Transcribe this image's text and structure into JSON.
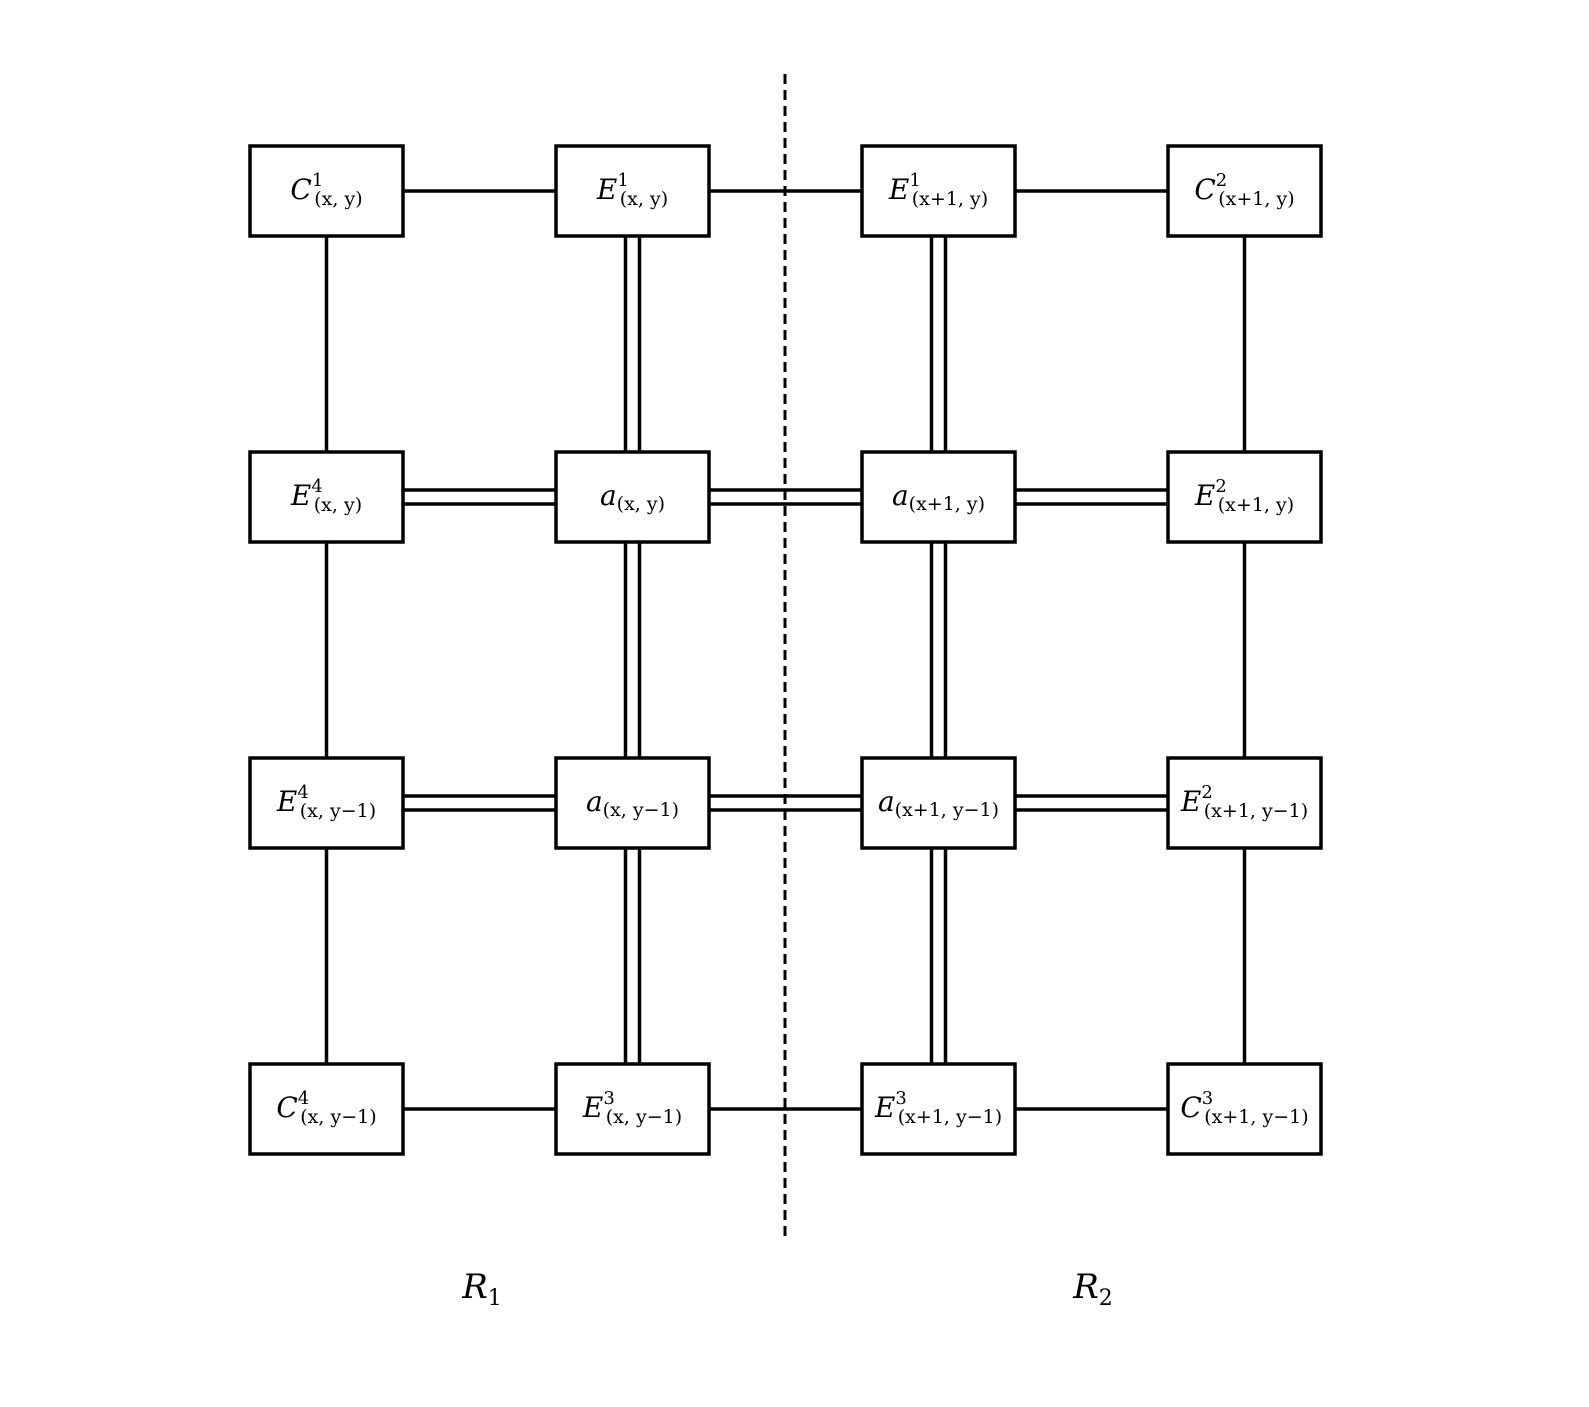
{
  "diagram": {
    "title": "",
    "nodes": [
      {
        "id": "C1_xy",
        "row": 0,
        "col": 0,
        "base": "C",
        "sup": "1",
        "sub": "(x, y)"
      },
      {
        "id": "E1_xy",
        "row": 0,
        "col": 1,
        "base": "E",
        "sup": "1",
        "sub": "(x, y)"
      },
      {
        "id": "E1_x1y",
        "row": 0,
        "col": 2,
        "base": "E",
        "sup": "1",
        "sub": "(x+1, y)"
      },
      {
        "id": "C2_x1y",
        "row": 0,
        "col": 3,
        "base": "C",
        "sup": "2",
        "sub": "(x+1, y)"
      },
      {
        "id": "E4_xy",
        "row": 1,
        "col": 0,
        "base": "E",
        "sup": "4",
        "sub": "(x, y)"
      },
      {
        "id": "a_xy",
        "row": 1,
        "col": 1,
        "base": "a",
        "sup": "",
        "sub": "(x, y)"
      },
      {
        "id": "a_x1y",
        "row": 1,
        "col": 2,
        "base": "a",
        "sup": "",
        "sub": "(x+1, y)"
      },
      {
        "id": "E2_x1y",
        "row": 1,
        "col": 3,
        "base": "E",
        "sup": "2",
        "sub": "(x+1, y)"
      },
      {
        "id": "E4_xym1",
        "row": 2,
        "col": 0,
        "base": "E",
        "sup": "4",
        "sub": "(x, y−1)"
      },
      {
        "id": "a_xym1",
        "row": 2,
        "col": 1,
        "base": "a",
        "sup": "",
        "sub": "(x, y−1)"
      },
      {
        "id": "a_x1ym1",
        "row": 2,
        "col": 2,
        "base": "a",
        "sup": "",
        "sub": "(x+1, y−1)"
      },
      {
        "id": "E2_x1ym1",
        "row": 2,
        "col": 3,
        "base": "E",
        "sup": "2",
        "sub": "(x+1, y−1)"
      },
      {
        "id": "C4_xym1",
        "row": 3,
        "col": 0,
        "base": "C",
        "sup": "4",
        "sub": "(x, y−1)"
      },
      {
        "id": "E3_xym1",
        "row": 3,
        "col": 1,
        "base": "E",
        "sup": "3",
        "sub": "(x, y−1)"
      },
      {
        "id": "E3_x1ym1",
        "row": 3,
        "col": 2,
        "base": "E",
        "sup": "3",
        "sub": "(x+1, y−1)"
      },
      {
        "id": "C3_x1ym1",
        "row": 3,
        "col": 3,
        "base": "C",
        "sup": "3",
        "sub": "(x+1, y−1)"
      }
    ],
    "edges": [
      {
        "from": "C1_xy",
        "to": "E1_xy",
        "style": "single"
      },
      {
        "from": "E1_xy",
        "to": "E1_x1y",
        "style": "single"
      },
      {
        "from": "E1_x1y",
        "to": "C2_x1y",
        "style": "single"
      },
      {
        "from": "E4_xy",
        "to": "a_xy",
        "style": "double"
      },
      {
        "from": "a_xy",
        "to": "a_x1y",
        "style": "double"
      },
      {
        "from": "a_x1y",
        "to": "E2_x1y",
        "style": "double"
      },
      {
        "from": "E4_xym1",
        "to": "a_xym1",
        "style": "double"
      },
      {
        "from": "a_xym1",
        "to": "a_x1ym1",
        "style": "double"
      },
      {
        "from": "a_x1ym1",
        "to": "E2_x1ym1",
        "style": "double"
      },
      {
        "from": "C4_xym1",
        "to": "E3_xym1",
        "style": "single"
      },
      {
        "from": "E3_xym1",
        "to": "E3_x1ym1",
        "style": "single"
      },
      {
        "from": "E3_x1ym1",
        "to": "C3_x1ym1",
        "style": "single"
      },
      {
        "from": "C1_xy",
        "to": "E4_xy",
        "style": "single"
      },
      {
        "from": "E4_xy",
        "to": "E4_xym1",
        "style": "single"
      },
      {
        "from": "E4_xym1",
        "to": "C4_xym1",
        "style": "single"
      },
      {
        "from": "E1_xy",
        "to": "a_xy",
        "style": "double"
      },
      {
        "from": "a_xy",
        "to": "a_xym1",
        "style": "double"
      },
      {
        "from": "a_xym1",
        "to": "E3_xym1",
        "style": "double"
      },
      {
        "from": "E1_x1y",
        "to": "a_x1y",
        "style": "double"
      },
      {
        "from": "a_x1y",
        "to": "a_x1ym1",
        "style": "double"
      },
      {
        "from": "a_x1ym1",
        "to": "E3_x1ym1",
        "style": "double"
      },
      {
        "from": "C2_x1y",
        "to": "E2_x1y",
        "style": "single"
      },
      {
        "from": "E2_x1y",
        "to": "E2_x1ym1",
        "style": "single"
      },
      {
        "from": "E2_x1ym1",
        "to": "C3_x1ym1",
        "style": "single"
      }
    ],
    "divider": {
      "style": "dashed",
      "between_cols": [
        1,
        2
      ]
    },
    "regions": [
      {
        "base": "R",
        "sub": "1",
        "side": "left"
      },
      {
        "base": "R",
        "sub": "2",
        "side": "right"
      }
    ]
  }
}
